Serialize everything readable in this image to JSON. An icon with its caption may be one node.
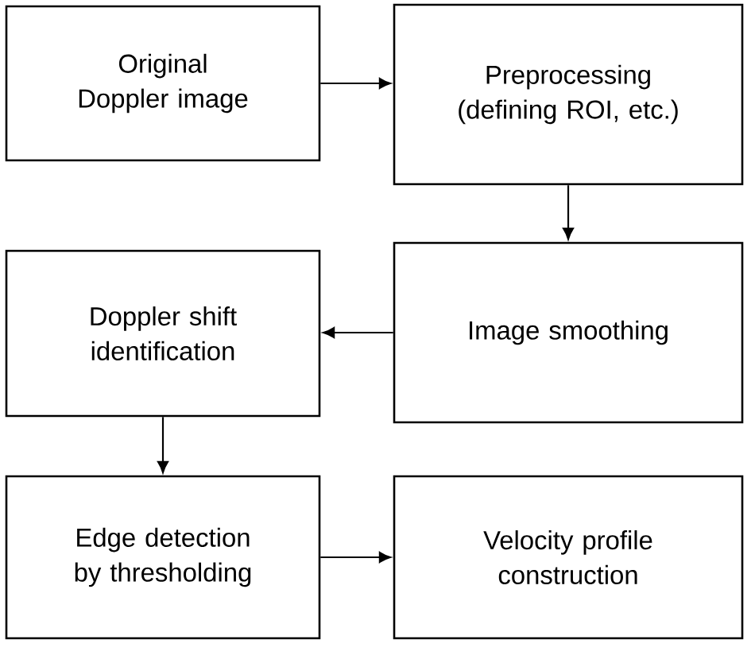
{
  "diagram": {
    "nodes": [
      {
        "text": [
          "Original Doppler image"
        ]
      },
      {
        "text": [
          "Preprocessing (defining ROI, etc.)"
        ]
      },
      {
        "text": [
          "Image smoothing"
        ]
      },
      {
        "text": [
          "Doppler shift identification"
        ]
      },
      {
        "text": [
          "Edge detection by thresholding"
        ]
      },
      {
        "text": [
          "Velocity profile construction"
        ]
      }
    ],
    "edges": [
      {
        "from": 0,
        "to": 1,
        "arrow": "to"
      },
      {
        "from": 1,
        "to": 2,
        "arrow": "to"
      },
      {
        "from": 2,
        "to": 3,
        "arrow": "to"
      },
      {
        "from": 3,
        "to": 4,
        "arrow": "to"
      },
      {
        "from": 4,
        "to": 5,
        "arrow": "to"
      }
    ]
  }
}
